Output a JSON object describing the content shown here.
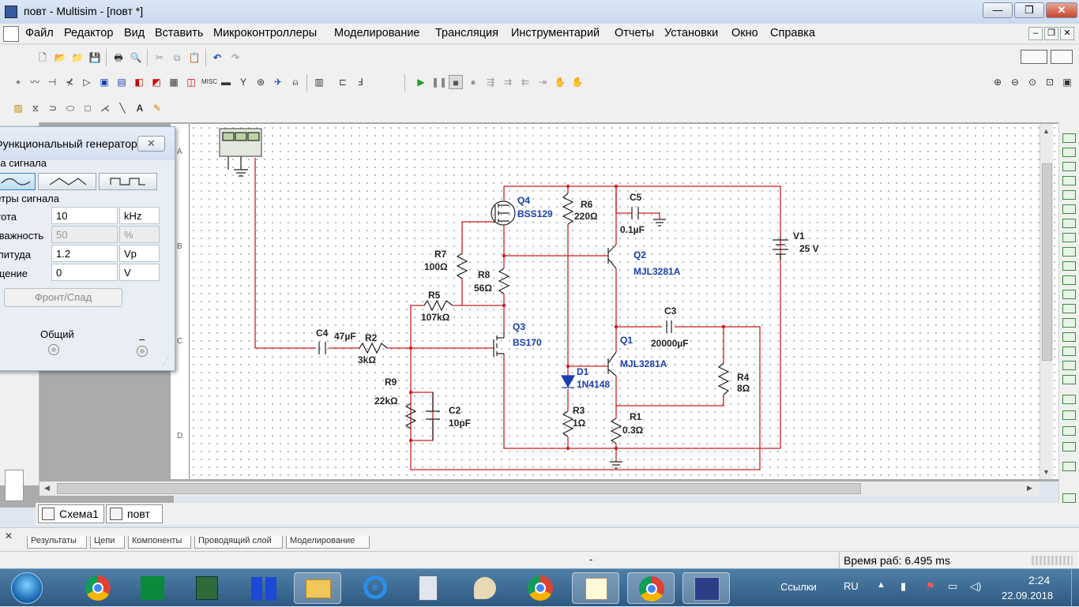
{
  "window": {
    "title": "повт - Multisim - [повт *]",
    "min": "—",
    "max": "❐",
    "close": "✕"
  },
  "menu": [
    "Файл",
    "Редактор",
    "Вид",
    "Вставить",
    "Микроконтроллеры",
    "Моделирование",
    "Трансляция",
    "Инструментарий",
    "Отчеты",
    "Установки",
    "Окно",
    "Справка"
  ],
  "sheet_tabs": [
    "Схема1",
    "повт *"
  ],
  "bottom_tabs": [
    "Результаты",
    "Цепи",
    "Компоненты",
    "Проводящий слой",
    "Моделирование"
  ],
  "status": {
    "left": "-",
    "runtime": "Время раб: 6.495 ms"
  },
  "rows": [
    "A",
    "B",
    "C",
    "D"
  ],
  "fgen": {
    "title": "Функциональный генератор...",
    "wave_group": "Форма сигнала",
    "params_group": "Параметры сигнала",
    "params": [
      {
        "label": "Частота",
        "value": "10",
        "unit": "kHz",
        "disabled": false
      },
      {
        "label": "Скважность",
        "value": "50",
        "unit": "%",
        "disabled": true
      },
      {
        "label": "Амплитуда",
        "value": "1.2",
        "unit": "Vp",
        "disabled": false
      },
      {
        "label": "Смещение",
        "value": "0",
        "unit": "V",
        "disabled": false
      }
    ],
    "rise_btn": "Фронт/Спад",
    "common": "Общий",
    "minus": "–"
  },
  "circuit": {
    "Q4": {
      "ref": "Q4",
      "model": "BSS129"
    },
    "R6": {
      "ref": "R6",
      "value": "220Ω"
    },
    "C5": {
      "ref": "C5",
      "value": "0.1µF"
    },
    "V1": {
      "ref": "V1",
      "value": "25 V"
    },
    "Q2": {
      "ref": "Q2",
      "model": "MJL3281A"
    },
    "R7": {
      "ref": "R7",
      "value": "100Ω"
    },
    "R8": {
      "ref": "R8",
      "value": "56Ω"
    },
    "R5": {
      "ref": "R5",
      "value": "107kΩ"
    },
    "C3": {
      "ref": "C3",
      "value": "20000µF"
    },
    "C4": {
      "ref": "C4",
      "value": "47µF"
    },
    "R2": {
      "ref": "R2",
      "value": "3kΩ"
    },
    "Q3": {
      "ref": "Q3",
      "model": "BS170"
    },
    "Q1": {
      "ref": "Q1",
      "model": "MJL3281A"
    },
    "D1": {
      "ref": "D1",
      "model": "1N4148"
    },
    "R4": {
      "ref": "R4",
      "value": "8Ω"
    },
    "R9": {
      "ref": "R9",
      "value": "22kΩ"
    },
    "C2": {
      "ref": "C2",
      "value": "10pF"
    },
    "R3": {
      "ref": "R3",
      "value": "1Ω"
    },
    "R1": {
      "ref": "R1",
      "value": "0.3Ω"
    }
  },
  "tray": {
    "links": "Ссылки",
    "lang": "RU",
    "time": "2:24",
    "date": "22.09.2018"
  }
}
